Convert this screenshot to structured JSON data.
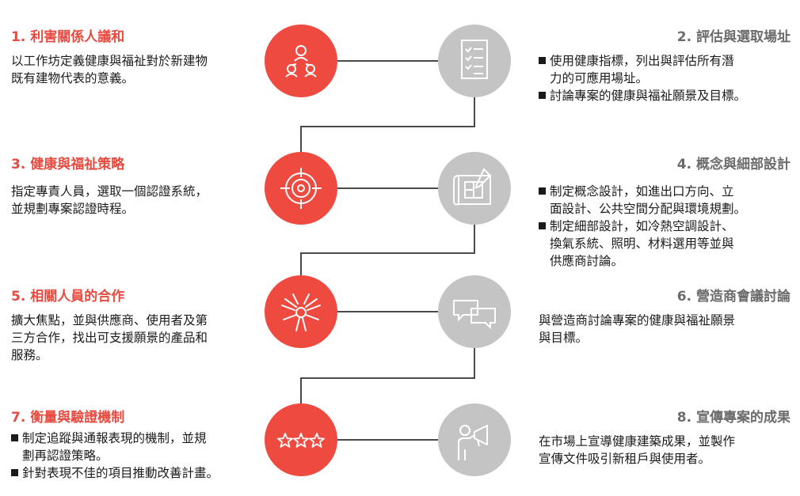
{
  "colors": {
    "accent_red": "#ef4a40",
    "title_red": "#e84a3f",
    "circle_grey": "#c4c4c4",
    "title_grey": "#6b6b6b",
    "connector": "#4a4a4a"
  },
  "steps": [
    {
      "title": "1. 利害關係人議和",
      "icon": "stakeholders-icon",
      "lines": [
        "以工作坊定義健康與福祉對於新建物",
        "既有建物代表的意義。"
      ]
    },
    {
      "title": "2. 評估與選取場址",
      "icon": "checklist-icon",
      "bullets": [
        [
          "使用健康指標，列出與評估所有潛",
          "力的可應用場址。"
        ],
        [
          "討論專案的健康與福祉願景及目標。"
        ]
      ]
    },
    {
      "title": "3. 健康與福祉策略",
      "icon": "target-icon",
      "lines": [
        "指定專責人員，選取一個認證系統，",
        "並規劃專案認證時程。"
      ]
    },
    {
      "title": "4. 概念與細部設計",
      "icon": "blueprint-icon",
      "bullets": [
        [
          "制定概念設計，如進出口方向、立",
          "面設計、公共空間分配與環境規劃。"
        ],
        [
          "制定細部設計，如冷熱空調設計、",
          "換氣系統、照明、材料選用等並與",
          "供應商討論。"
        ]
      ]
    },
    {
      "title": "5. 相關人員的合作",
      "icon": "teamwork-hands-icon",
      "lines": [
        "擴大焦點，並與供應商、使用者及第",
        "三方合作，找出可支援願景的產品和",
        "服務。"
      ]
    },
    {
      "title": "6. 營造商會議討論",
      "icon": "speech-bubbles-icon",
      "lines": [
        "與營造商討論專案的健康與福祉願景",
        "與目標。"
      ]
    },
    {
      "title": "7. 衡量與驗證機制",
      "icon": "stars-icon",
      "bullets": [
        [
          "制定追蹤與通報表現的機制，並規",
          "劃再認證策略。"
        ],
        [
          "針對表現不佳的項目推動改善計畫。"
        ]
      ]
    },
    {
      "title": "8. 宣傳專案的成果",
      "icon": "megaphone-person-icon",
      "lines": [
        "在市場上宣導健康建築成果，並製作",
        "宣傳文件吸引新租戶與使用者。"
      ]
    }
  ]
}
